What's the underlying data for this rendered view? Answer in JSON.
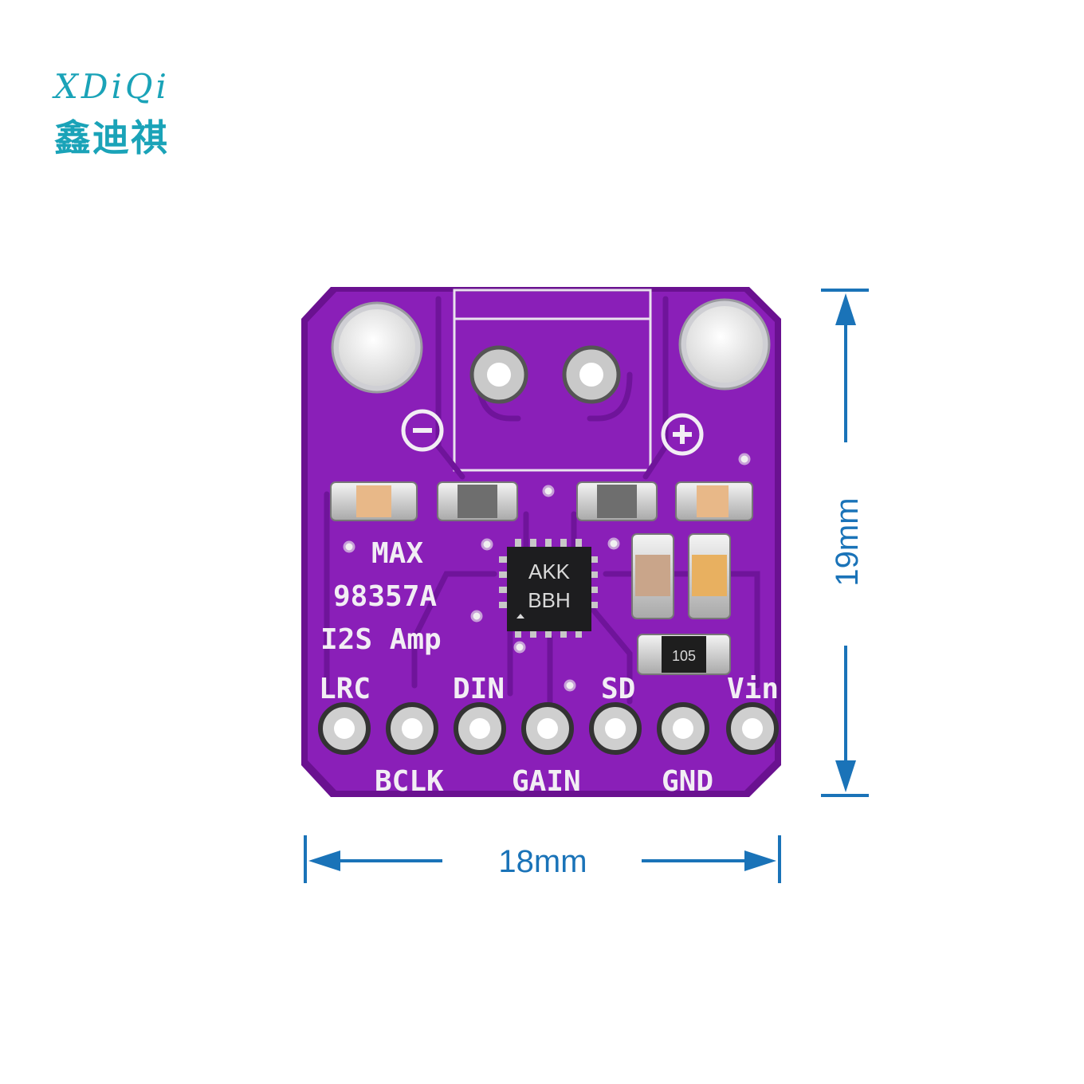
{
  "logo": {
    "latin": "XDiQi",
    "cjk": "鑫迪祺"
  },
  "dimensions": {
    "width_label": "18mm",
    "height_label": "19mm"
  },
  "board": {
    "silkscreen": {
      "line1": "MAX",
      "line2": "98357A",
      "line3": "I2S Amp"
    },
    "chip": {
      "line1": "AKK",
      "line2": "BBH"
    },
    "resistor_code": "105",
    "polarity": {
      "minus": "−",
      "plus": "+"
    },
    "pins_top": [
      "LRC",
      "DIN",
      "SD",
      "Vin"
    ],
    "pins_bottom": [
      "BCLK",
      "GAIN",
      "GND"
    ]
  },
  "colors": {
    "pcb": "#8a1fb8",
    "dimension": "#1a73b8",
    "logo": "#1aa3b8"
  }
}
